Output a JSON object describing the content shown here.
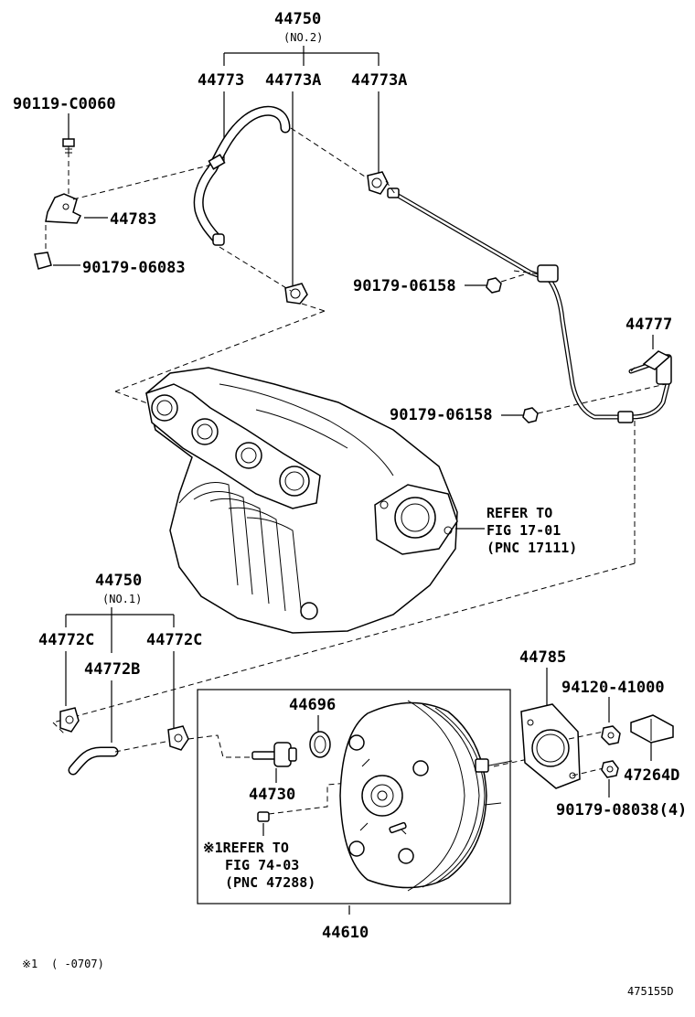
{
  "labels": {
    "p44750_top": "44750",
    "no2": "(NO.2)",
    "p44773": "44773",
    "p44773A_1": "44773A",
    "p44773A_2": "44773A",
    "p90119": "90119-C0060",
    "p44783": "44783",
    "p90179_06083": "90179-06083",
    "p90179_06158_a": "90179-06158",
    "p44777": "44777",
    "p90179_06158_b": "90179-06158",
    "refer1_l1": "REFER TO",
    "refer1_l2": "FIG 17-01",
    "refer1_l3": "(PNC 17111)",
    "p44750_mid": "44750",
    "no1": "(NO.1)",
    "p44772C_1": "44772C",
    "p44772C_2": "44772C",
    "p44772B": "44772B",
    "p44785": "44785",
    "p44696": "44696",
    "p94120": "94120-41000",
    "p44730": "44730",
    "p47264D": "47264D",
    "p90179_08038": "90179-08038(4)",
    "refer2_l1": "※1REFER TO",
    "refer2_l2": "FIG 74-03",
    "refer2_l3": "(PNC 47288)",
    "p44610": "44610",
    "footnote_mark": "※1",
    "footnote_text": "(      -0707)",
    "diagram_code": "475155D"
  }
}
